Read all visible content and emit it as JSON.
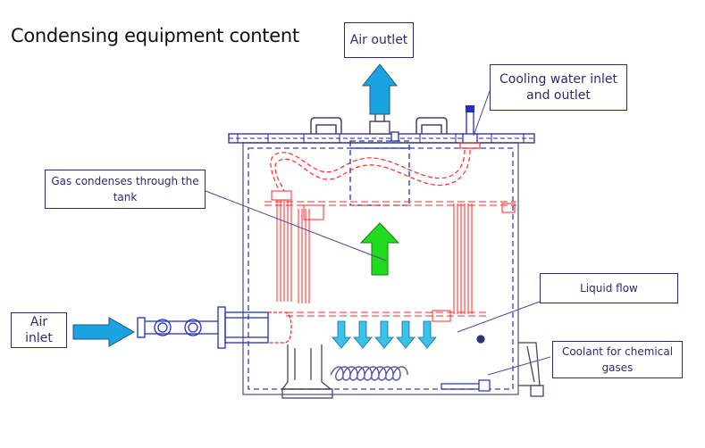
{
  "title": "Condensing equipment content",
  "labels": {
    "air_outlet": "Air outlet",
    "cooling_water": "Cooling water inlet and outlet",
    "gas_condenses": "Gas condenses through the tank",
    "liquid_flow": "Liquid flow",
    "air_inlet": "Air inlet",
    "coolant": "Coolant for chemical gases"
  },
  "colors": {
    "blue_outline": "#1f2fbf",
    "red_dashed": "#ff2a2a",
    "dark_line": "#333355",
    "arrow_blue": "#1aa3e0",
    "arrow_green": "#1fdc1f",
    "label_border": "#2b2b6e"
  }
}
